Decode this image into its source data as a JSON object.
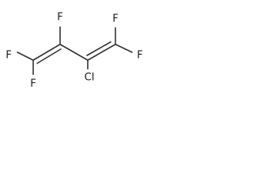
{
  "molecule": {
    "atoms": {
      "f_top": "F",
      "f_top_right_1": "F",
      "f_top_right_2": "F",
      "f_left_1": "F",
      "f_left_2": "F",
      "cl": "Cl"
    },
    "colors": {
      "bond": "#333333",
      "text": "#1a1a1a",
      "background": "#ffffff"
    }
  }
}
